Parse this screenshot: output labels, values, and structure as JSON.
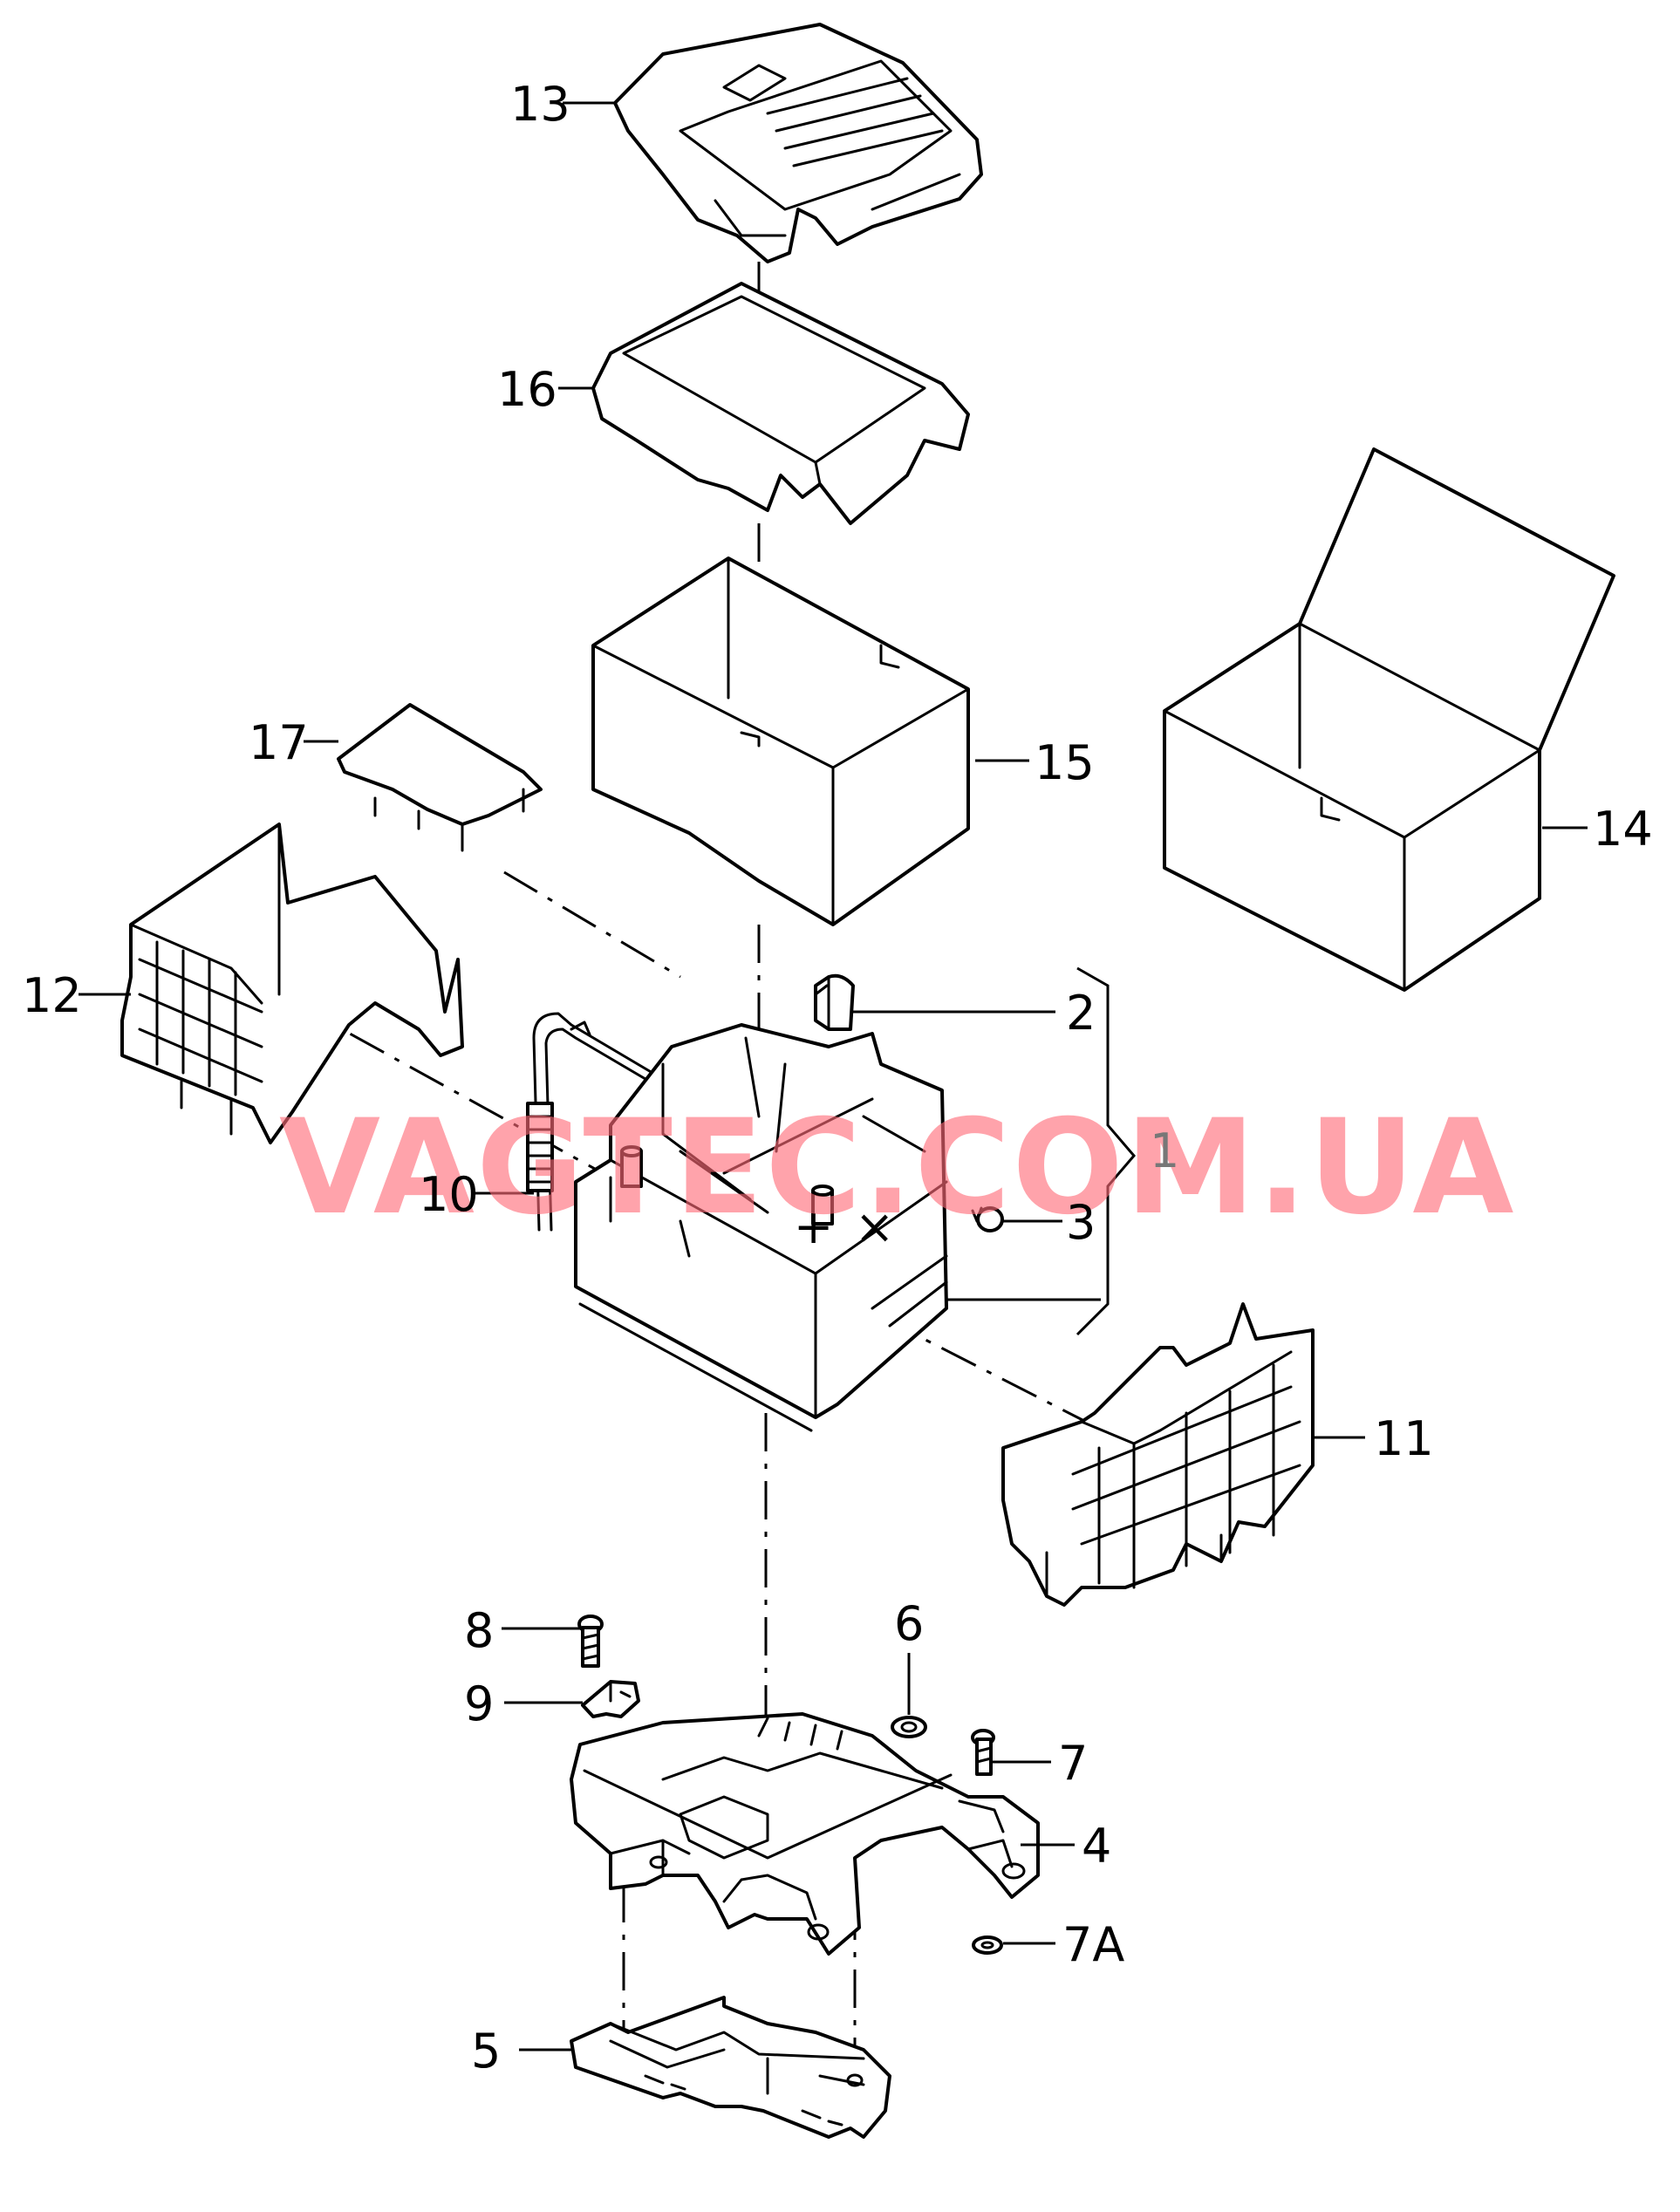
{
  "watermark": "VAGTEC.COM.UA",
  "callouts": {
    "c1": "1",
    "c2": "2",
    "c3": "3",
    "c4": "4",
    "c5": "5",
    "c6": "6",
    "c7": "7",
    "c7a": "7A",
    "c8": "8",
    "c9": "9",
    "c10": "10",
    "c11": "11",
    "c12": "12",
    "c13": "13",
    "c14": "14",
    "c15": "15",
    "c16": "16",
    "c17": "17"
  },
  "battery_terminal_marks": {
    "plus": "+",
    "minus": "×"
  },
  "colors": {
    "line": "#000000",
    "watermark": "#ff6b78",
    "background": "#ffffff"
  }
}
